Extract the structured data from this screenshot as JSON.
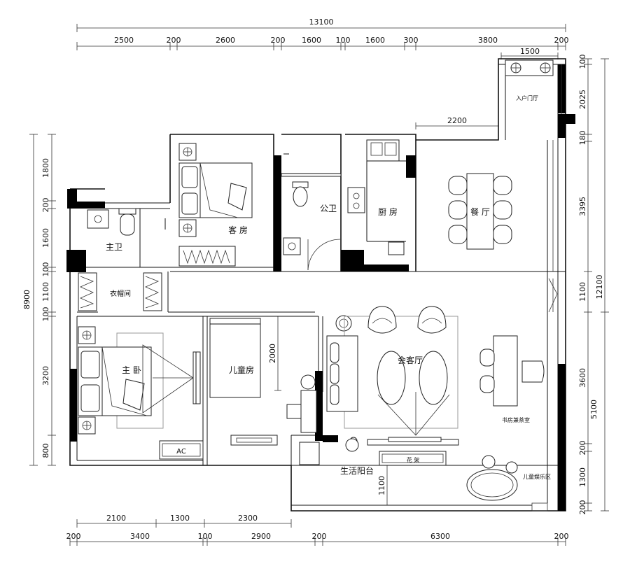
{
  "dimensions": {
    "top_total": "13100",
    "top_segments": [
      "2500",
      "200",
      "2600",
      "200",
      "1600",
      "100",
      "1600",
      "300",
      "3800",
      "200"
    ],
    "top_entry": "1500",
    "top_inner": "2200",
    "bottom_row1": [
      "2100",
      "1300",
      "2300"
    ],
    "bottom_row2": [
      "200",
      "3400",
      "100",
      "2900",
      "200",
      "6300",
      "200"
    ],
    "left_total": "8900",
    "left_segments": [
      "1800",
      "200",
      "1600",
      "100",
      "1100",
      "100",
      "3200",
      "800"
    ],
    "right_inner": [
      "100",
      "2025",
      "180",
      "3395",
      "1100",
      "3600",
      "200",
      "1300",
      "200"
    ],
    "right_outer": [
      "12100",
      "5100"
    ],
    "kids_room_depth": "2000",
    "balcony_depth": "1100"
  },
  "rooms": {
    "guest_room": "客 房",
    "public_bath": "公卫",
    "kitchen": "厨 房",
    "dining": "餐 厅",
    "entry": "入户门厅",
    "master_bath": "主卫",
    "closet": "衣帽间",
    "master_bedroom": "主 卧",
    "kids_room": "儿童房",
    "living_room": "会客厅",
    "study_tea": "书房兼茶室",
    "balcony": "生活阳台",
    "kids_play": "儿童娱乐区",
    "planter": "花 架",
    "ac_label": "AC"
  }
}
